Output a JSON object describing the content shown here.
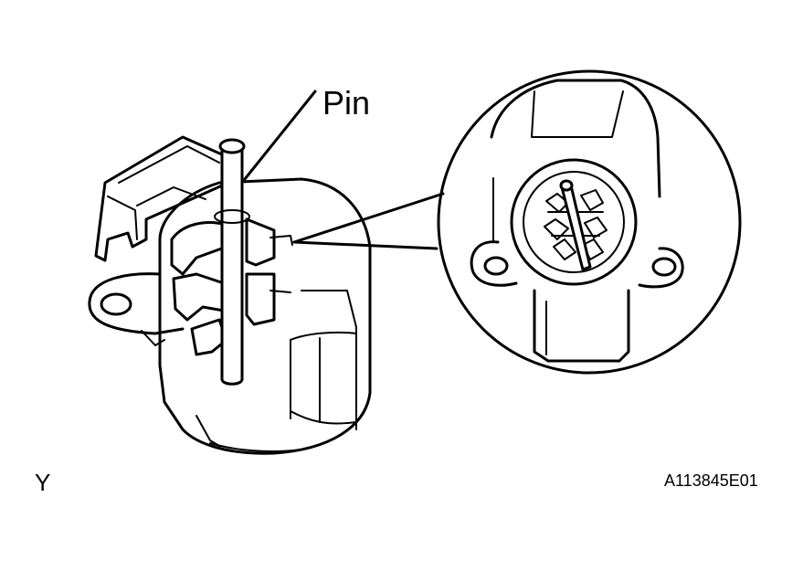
{
  "diagram": {
    "callout_label": "Pin",
    "corner_label": "Y",
    "figure_id": "A113845E01"
  }
}
